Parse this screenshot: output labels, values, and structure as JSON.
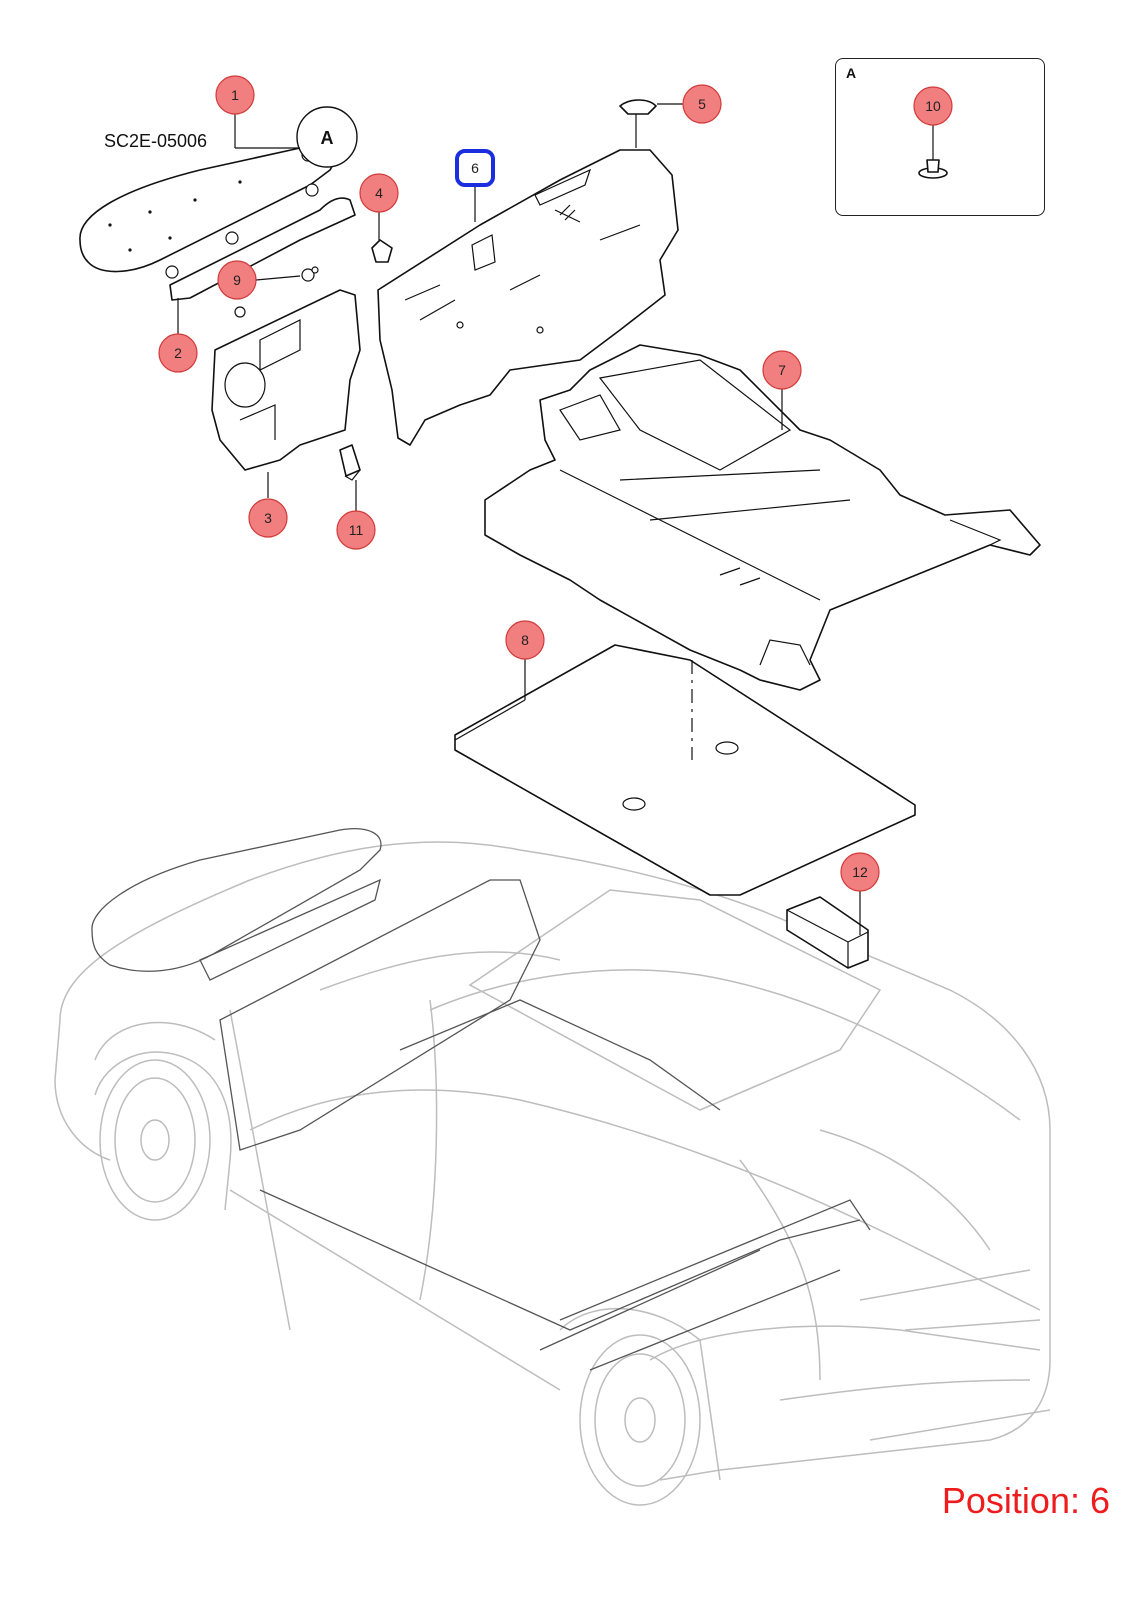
{
  "diagram": {
    "reference_code": "SC2E-05006",
    "detail_label": "A",
    "position_text": "Position: 6",
    "highlight_color": "#1a2ee0",
    "callout_color": "#f27f7f",
    "position_color": "#ee1c1c",
    "callouts": [
      {
        "id": "1",
        "label": "1"
      },
      {
        "id": "2",
        "label": "2"
      },
      {
        "id": "3",
        "label": "3"
      },
      {
        "id": "4",
        "label": "4"
      },
      {
        "id": "5",
        "label": "5"
      },
      {
        "id": "6",
        "label": "6",
        "highlighted": true
      },
      {
        "id": "7",
        "label": "7"
      },
      {
        "id": "8",
        "label": "8"
      },
      {
        "id": "9",
        "label": "9"
      },
      {
        "id": "10",
        "label": "10"
      },
      {
        "id": "11",
        "label": "11"
      },
      {
        "id": "12",
        "label": "12"
      }
    ]
  }
}
